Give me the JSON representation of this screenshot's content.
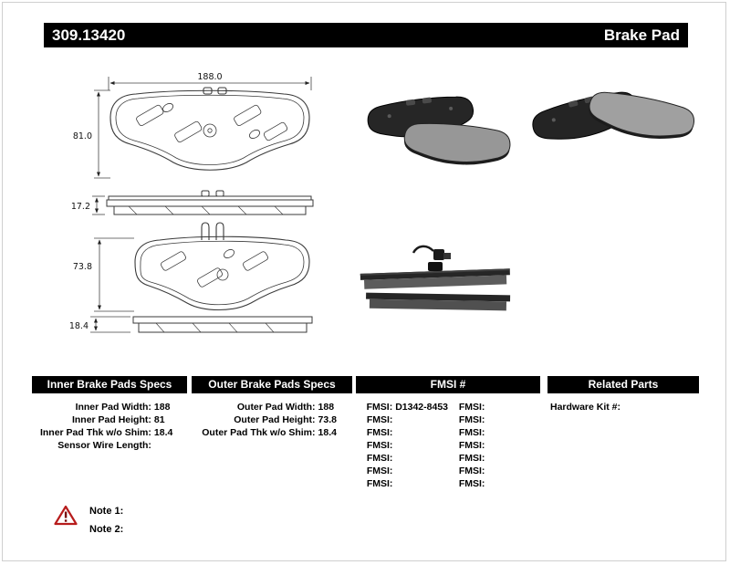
{
  "header": {
    "part_number": "309.13420",
    "product_type": "Brake Pad"
  },
  "drawing": {
    "dim_inner_width": "188.0",
    "dim_inner_height": "81.0",
    "dim_inner_thickness": "17.2",
    "dim_outer_height": "73.8",
    "dim_outer_thickness": "18.4"
  },
  "photos": {
    "left_set": "brake-pad-pair-angled-photo",
    "right_set": "brake-pad-pair-angled-photo",
    "edge_set": "brake-pads-edge-view-with-wear-sensor-photo"
  },
  "table": {
    "inner": {
      "title": "Inner Brake Pads Specs",
      "rows": [
        {
          "label": "Inner Pad Width:",
          "value": "188"
        },
        {
          "label": "Inner Pad Height:",
          "value": "81"
        },
        {
          "label": "Inner Pad Thk w/o Shim:",
          "value": "18.4"
        },
        {
          "label": "Sensor Wire Length:",
          "value": ""
        }
      ]
    },
    "outer": {
      "title": "Outer Brake Pads Specs",
      "rows": [
        {
          "label": "Outer Pad Width:",
          "value": "188"
        },
        {
          "label": "Outer Pad Height:",
          "value": "73.8"
        },
        {
          "label": "Outer Pad Thk w/o Shim:",
          "value": "18.4"
        }
      ]
    },
    "fmsi": {
      "title": "FMSI #",
      "left": [
        {
          "label": "FMSI:",
          "value": "D1342-8453"
        },
        {
          "label": "FMSI:",
          "value": ""
        },
        {
          "label": "FMSI:",
          "value": ""
        },
        {
          "label": "FMSI:",
          "value": ""
        },
        {
          "label": "FMSI:",
          "value": ""
        },
        {
          "label": "FMSI:",
          "value": ""
        },
        {
          "label": "FMSI:",
          "value": ""
        }
      ],
      "right": [
        {
          "label": "FMSI:",
          "value": ""
        },
        {
          "label": "FMSI:",
          "value": ""
        },
        {
          "label": "FMSI:",
          "value": ""
        },
        {
          "label": "FMSI:",
          "value": ""
        },
        {
          "label": "FMSI:",
          "value": ""
        },
        {
          "label": "FMSI:",
          "value": ""
        },
        {
          "label": "FMSI:",
          "value": ""
        }
      ]
    },
    "related": {
      "title": "Related Parts",
      "rows": [
        {
          "label": "Hardware Kit #:",
          "value": ""
        }
      ]
    }
  },
  "notes": {
    "icon": "warning-triangle",
    "note1": "Note 1:",
    "note2": "Note 2:"
  },
  "colors": {
    "header_bg": "#000000",
    "header_text": "#ffffff",
    "warning_red": "#b71c1c"
  }
}
